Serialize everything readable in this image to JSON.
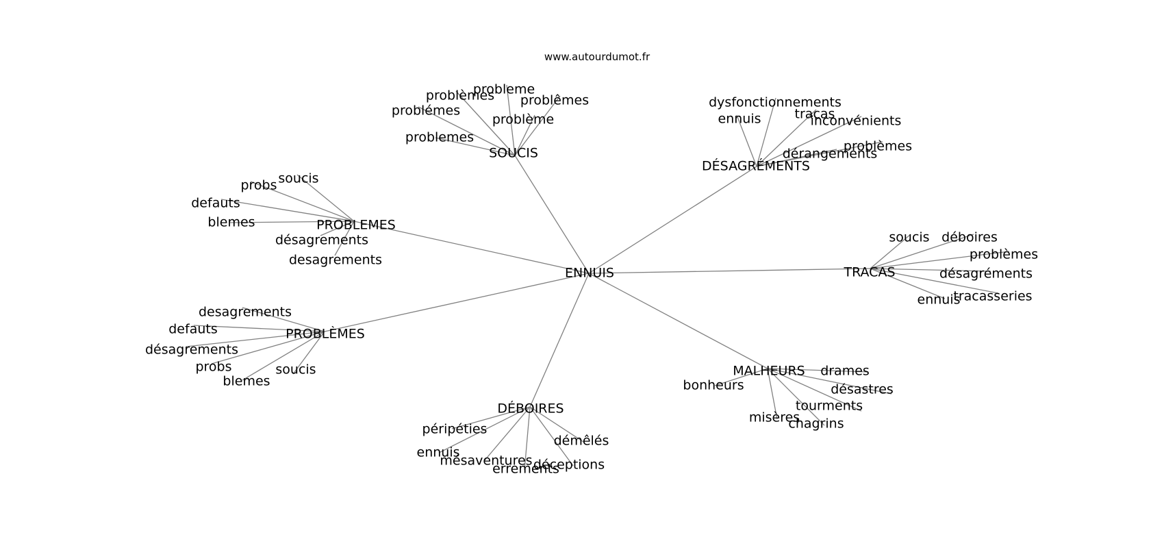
{
  "site_label": "www.autourdumot.fr",
  "root": "ENNUIS",
  "clusters": [
    {
      "label": "SOUCIS",
      "leaves": [
        "probleme",
        "problèmes",
        "problêmes",
        "problémes",
        "problème",
        "problemes"
      ]
    },
    {
      "label": "DÉSAGRÉMENTS",
      "leaves": [
        "dysfonctionnements",
        "ennuis",
        "tracas",
        "inconvénients",
        "problèmes",
        "dérangements"
      ]
    },
    {
      "label": "PROBLEMES",
      "leaves": [
        "soucis",
        "probs",
        "defauts",
        "blemes",
        "désagrements",
        "desagrements"
      ]
    },
    {
      "label": "TRACAS",
      "leaves": [
        "soucis",
        "déboires",
        "problèmes",
        "désagréments",
        "tracasseries",
        "ennuis"
      ]
    },
    {
      "label": "PROBLÈMES",
      "leaves": [
        "desagrements",
        "defauts",
        "désagrements",
        "probs",
        "blemes",
        "soucis"
      ]
    },
    {
      "label": "MALHEURS",
      "leaves": [
        "drames",
        "bonheurs",
        "désastres",
        "tourments",
        "misères",
        "chagrins"
      ]
    },
    {
      "label": "DÉBOIRES",
      "leaves": [
        "péripéties",
        "démêlés",
        "ennuis",
        "mésaventures",
        "déceptions",
        "errements"
      ]
    }
  ]
}
